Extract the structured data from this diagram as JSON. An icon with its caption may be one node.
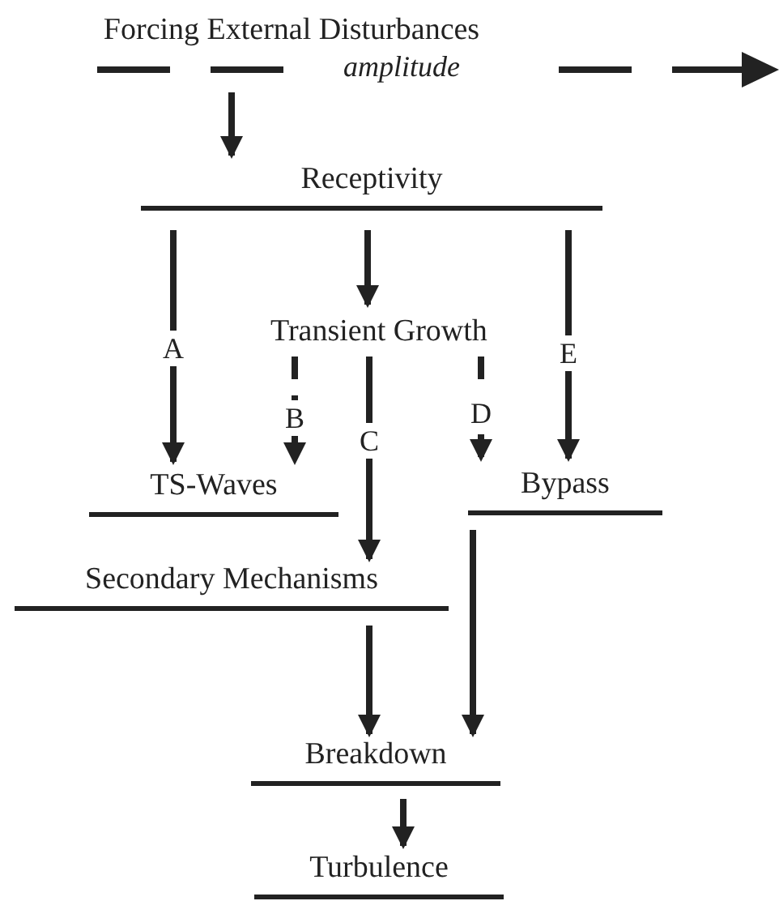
{
  "diagram": {
    "nodes": [
      {
        "text": [
          "Forcing External Disturbances"
        ]
      },
      {
        "text": [
          "Receptivity"
        ]
      },
      {
        "text": [
          "Transient Growth"
        ]
      },
      {
        "text": [
          "TS-Waves"
        ]
      },
      {
        "text": [
          "Bypass"
        ]
      },
      {
        "text": [
          "Secondary Mechanisms"
        ]
      },
      {
        "text": [
          "Breakdown"
        ]
      },
      {
        "text": [
          "Turbulence"
        ]
      }
    ],
    "edges": [
      {
        "from": 0,
        "to": 1,
        "arrow": "to"
      },
      {
        "from": 1,
        "to": 3,
        "arrow": "to",
        "label": "A"
      },
      {
        "from": 1,
        "to": 2,
        "arrow": "to"
      },
      {
        "from": 2,
        "to": 3,
        "arrow": "to",
        "label": "B",
        "style": "dashed"
      },
      {
        "from": 2,
        "to": 5,
        "arrow": "to",
        "label": "C"
      },
      {
        "from": 2,
        "to": 4,
        "arrow": "to",
        "label": "D",
        "style": "dashed"
      },
      {
        "from": 1,
        "to": 4,
        "arrow": "to",
        "label": "E"
      },
      {
        "from": 4,
        "to": 6,
        "arrow": "to"
      },
      {
        "from": 5,
        "to": 6,
        "arrow": "to"
      },
      {
        "from": 6,
        "to": 7,
        "arrow": "to"
      }
    ],
    "labels": [
      "amplitude"
    ]
  }
}
